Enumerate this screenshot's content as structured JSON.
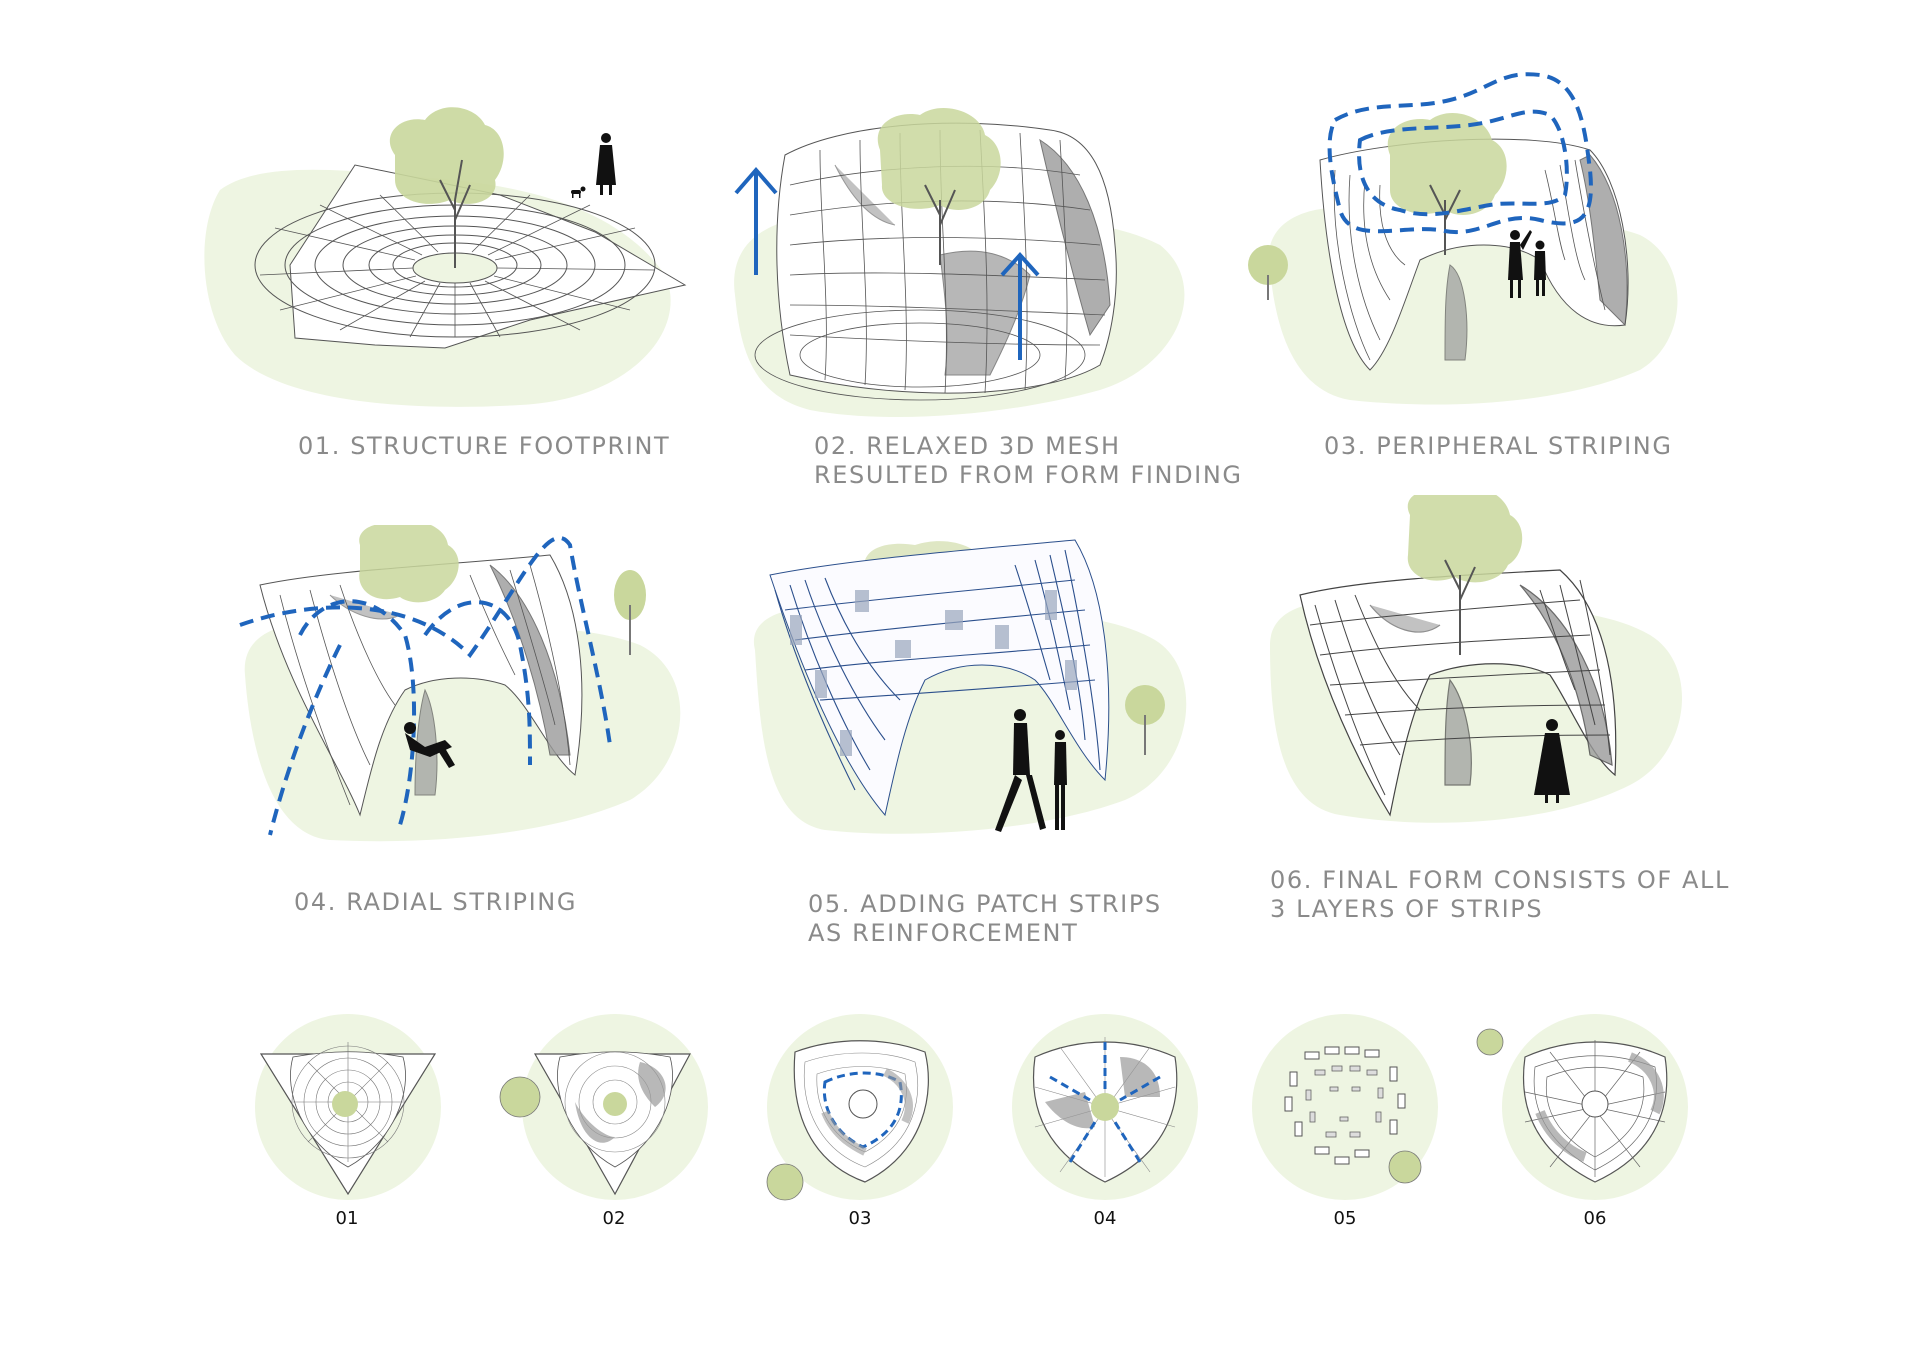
{
  "steps": [
    {
      "id": "01",
      "caption_lines": [
        "01. STRUCTURE FOOTPRINT"
      ]
    },
    {
      "id": "02",
      "caption_lines": [
        "02. RELAXED 3D MESH",
        " RESULTED FROM FORM FINDING"
      ]
    },
    {
      "id": "03",
      "caption_lines": [
        "03. PERIPHERAL STRIPING"
      ]
    },
    {
      "id": "04",
      "caption_lines": [
        "04. RADIAL STRIPING"
      ]
    },
    {
      "id": "05",
      "caption_lines": [
        "05. ADDING PATCH STRIPS",
        "AS REINFORCEMENT"
      ]
    },
    {
      "id": "06",
      "caption_lines": [
        "06. FINAL FORM CONSISTS OF ALL",
        "3 LAYERS OF STRIPS"
      ]
    }
  ],
  "plan_labels": [
    "01",
    "02",
    "03",
    "04",
    "05",
    "06"
  ],
  "colors": {
    "ground": "#eef5e2",
    "canopy": "#c9d79c",
    "mesh_line": "#555555",
    "shade": "#9a9a9a",
    "blue_curve": "#1f65bd",
    "caption": "#8a8a8a",
    "figure": "#111111"
  },
  "icons": [
    "tree-icon",
    "person-icon",
    "dog-icon",
    "arrow-up-icon"
  ]
}
